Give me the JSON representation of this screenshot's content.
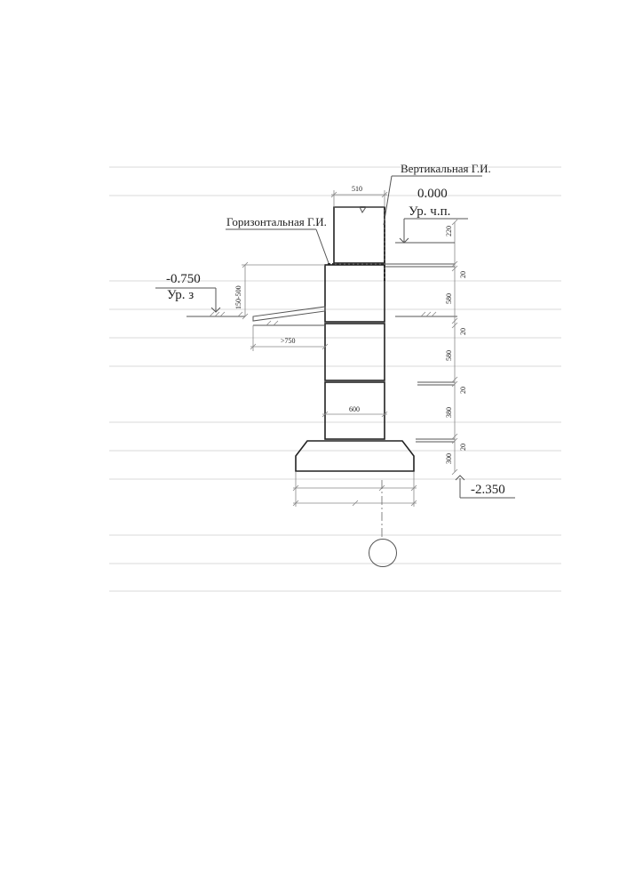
{
  "labels": {
    "vertical_waterproofing": "Вертикальная Г.И.",
    "horizontal_waterproofing": "Горизонтальная Г.И.",
    "floor_elevation": "0.000",
    "floor_level": "Ур. ч.п.",
    "ground_elevation": "-0.750",
    "ground_level": "Ур. з",
    "bottom_elevation": "-2.350"
  },
  "dimensions": {
    "wall_width": "510",
    "block_width": "600",
    "plinth_height": "150-500",
    "blind_area": ">750",
    "right_chain": [
      "220",
      "20",
      "580",
      "20",
      "580",
      "20",
      "380",
      "20",
      "300"
    ]
  },
  "colors": {
    "line": "#555555",
    "hatch": "#777777"
  }
}
